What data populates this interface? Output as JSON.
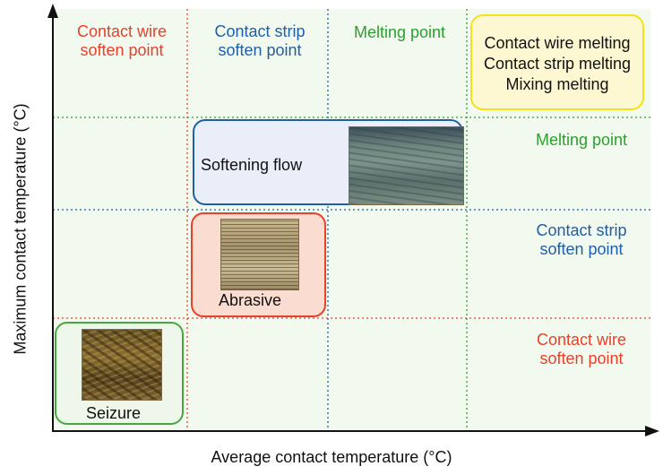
{
  "axes": {
    "x_label": "Average contact temperature (°C)",
    "y_label": "Maximum contact temperature (°C)"
  },
  "top_labels": {
    "col1": {
      "line1": "Contact wire",
      "line2": "soften point"
    },
    "col2": {
      "line1": "Contact strip",
      "line2": "soften point"
    },
    "col3": "Melting point"
  },
  "right_labels": {
    "row1": "Melting point",
    "row2": {
      "line1": "Contact strip",
      "line2": "soften point"
    },
    "row3": {
      "line1": "Contact wire",
      "line2": "soften point"
    }
  },
  "melting_box": {
    "line1": "Contact wire melting",
    "line2": "Contact strip melting",
    "line3": "Mixing melting"
  },
  "regions": {
    "softening_flow": "Softening flow",
    "abrasive": "Abrasive",
    "seizure": "Seizure"
  },
  "colors": {
    "red": "#e8402a",
    "blue": "#1f5fa8",
    "green": "#2aa12f",
    "grid_fill": "#f2f9ee",
    "yellow_box": "#f2e21a",
    "yellow_fill": "#fdf8d2",
    "blue_box": "#1f5fa8",
    "blue_fill": "#e9eef9",
    "red_box": "#e8402a",
    "red_fill": "#fbdcd0",
    "green_box": "#45a83e",
    "green_fill": "#eef7e9"
  }
}
